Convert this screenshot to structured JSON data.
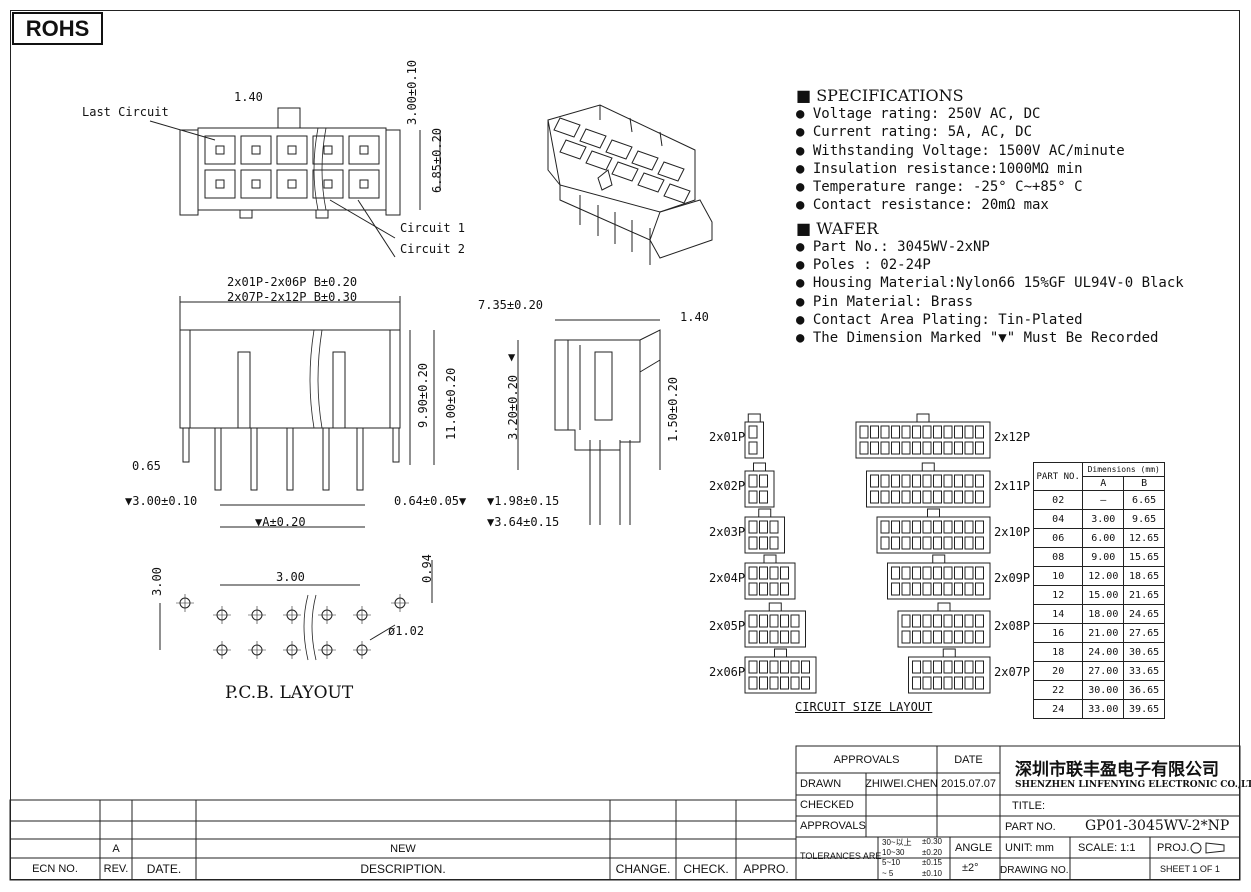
{
  "rohs": "ROHS",
  "top_view": {
    "pitch": "1.40",
    "height": "3.00±0.10",
    "depth": "6.85±0.20",
    "last_circuit": "Last Circuit",
    "circuit1": "Circuit 1",
    "circuit2": "Circuit 2"
  },
  "front_view": {
    "dim_b1": "2x01P-2x06P B±0.20",
    "dim_b2": "2x07P-2x12P B±0.30",
    "h1": "9.90±0.20",
    "h2": "11.00±0.20",
    "pin": "0.65",
    "d300": "▼3.00±0.10",
    "dA": "▼A±0.20",
    "d064": "0.64±0.05▼"
  },
  "side_view": {
    "d735": "7.35±0.20",
    "d140": "1.40",
    "d320": "3.20±0.20",
    "d150": "1.50±0.20",
    "d198": "▼1.98±0.15",
    "d364": "▼3.64±0.15",
    "mark": "▼"
  },
  "pcb": {
    "v300": "3.00",
    "h300": "3.00",
    "d094": "0.94",
    "hole": "ø1.02",
    "title": "P.C.B.  LAYOUT"
  },
  "specifications": {
    "title": "SPECIFICATIONS",
    "items": [
      "Voltage rating: 250V AC, DC",
      "Current rating: 5A, AC, DC",
      "Withstanding Voltage: 1500V AC/minute",
      "Insulation resistance:1000MΩ min",
      "Temperature range: -25° C~+85° C",
      "Contact resistance: 20mΩ max"
    ]
  },
  "wafer": {
    "title": "WAFER",
    "items": [
      "Part No.: 3045WV-2xNP",
      "Poles : 02-24P",
      "Housing Material:Nylon66 15%GF UL94V-0 Black",
      "Pin Material: Brass",
      "Contact Area Plating: Tin-Plated",
      "The Dimension Marked \"▼\" Must Be Recorded"
    ]
  },
  "circuits": {
    "left": [
      "2x01P",
      "2x02P",
      "2x03P",
      "2x04P",
      "2x05P",
      "2x06P"
    ],
    "right": [
      "2x12P",
      "2x11P",
      "2x10P",
      "2x09P",
      "2x08P",
      "2x07P"
    ],
    "caption": "CIRCUIT SIZE LAYOUT"
  },
  "dim_table": {
    "header": "Dimensions (mm)",
    "part_no": "PART NO.",
    "col_a": "A",
    "col_b": "B",
    "rows": [
      [
        "02",
        "—",
        "6.65"
      ],
      [
        "04",
        "3.00",
        "9.65"
      ],
      [
        "06",
        "6.00",
        "12.65"
      ],
      [
        "08",
        "9.00",
        "15.65"
      ],
      [
        "10",
        "12.00",
        "18.65"
      ],
      [
        "12",
        "15.00",
        "21.65"
      ],
      [
        "14",
        "18.00",
        "24.65"
      ],
      [
        "16",
        "21.00",
        "27.65"
      ],
      [
        "18",
        "24.00",
        "30.65"
      ],
      [
        "20",
        "27.00",
        "33.65"
      ],
      [
        "22",
        "30.00",
        "36.65"
      ],
      [
        "24",
        "33.00",
        "39.65"
      ]
    ]
  },
  "title_block": {
    "approvals_hdr": "APPROVALS",
    "date_hdr": "DATE",
    "company_cn": "深圳市联丰盈电子有限公司",
    "company_en": "SHENZHEN LINFENYING ELECTRONIC CO.,LTD",
    "drawn": "DRAWN",
    "drawn_by": "ZHIWEI.CHEN",
    "drawn_date": "2015.07.07",
    "checked": "CHECKED",
    "approvals": "APPROVALS",
    "title": "TITLE:",
    "part_no_label": "PART NO.",
    "part_no": "GP01-3045WV-2*NP",
    "tol_label": "TOLERANCES ARE",
    "tol": [
      [
        "30~以上",
        "±0.30"
      ],
      [
        "10~30",
        "±0.20"
      ],
      [
        "5~10",
        "±0.15"
      ],
      [
        "~ 5",
        "±0.10"
      ]
    ],
    "angle": "ANGLE",
    "angle_val": "±2°",
    "unit": "UNIT: mm",
    "scale": "SCALE:  1:1",
    "proj": "PROJ.",
    "drawing_no": "DRAWING NO.",
    "sheet": "SHEET   1  OF  1"
  },
  "revision": {
    "rev": "A",
    "desc": "NEW",
    "ecn": "ECN  NO.",
    "rev_label": "REV.",
    "date": "DATE.",
    "description": "DESCRIPTION.",
    "change": "CHANGE.",
    "check": "CHECK.",
    "appro": "APPRO."
  }
}
